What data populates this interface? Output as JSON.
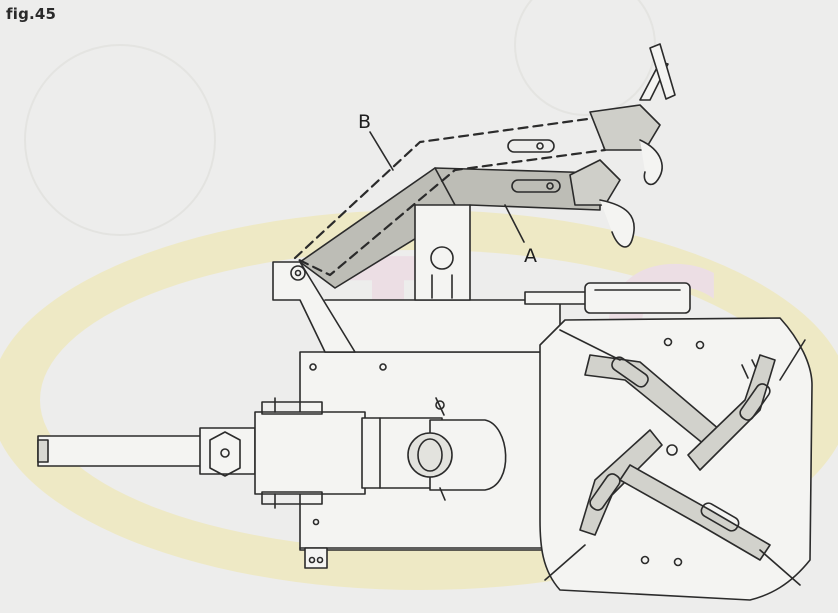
{
  "figure": {
    "label": "fig.45",
    "callouts": {
      "a": "A",
      "b": "B"
    }
  },
  "colors": {
    "background": "#ededec",
    "stroke": "#2b2b2b",
    "shade": "#b9b9b2",
    "watermark_yellow": "#efe6a6",
    "watermark_pink": "#ecd3df"
  }
}
